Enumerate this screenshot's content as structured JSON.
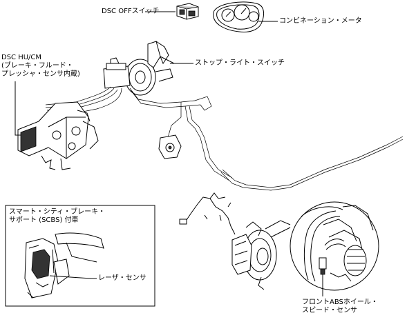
{
  "labels": {
    "dsc_off_switch": "DSC OFFスイッチ",
    "combination_meter": "コンビネーション・メータ",
    "dsc_hu_cm": "DSC HU/CM\n(ブレーキ・フルード・\nプレッシャ・センサ内蔵)",
    "stop_light_switch": "ストップ・ライト・スイッチ",
    "scbs_box_title": "スマート・シティ・ブレーキ・\nサポート (SCBS) 付車",
    "laser_sensor": "レーザ・センサ",
    "front_abs_wheel_speed_sensor": "フロントABSホイール・\nスピード・センサ"
  },
  "icons": [
    "dsc-off-switch-icon",
    "combination-meter-icon",
    "brake-booster-icon",
    "dsc-hydraulic-unit-icon",
    "front-brake-disc-icon",
    "laser-sensor-icon"
  ],
  "colors": {
    "line": "#000000",
    "background": "#ffffff"
  }
}
